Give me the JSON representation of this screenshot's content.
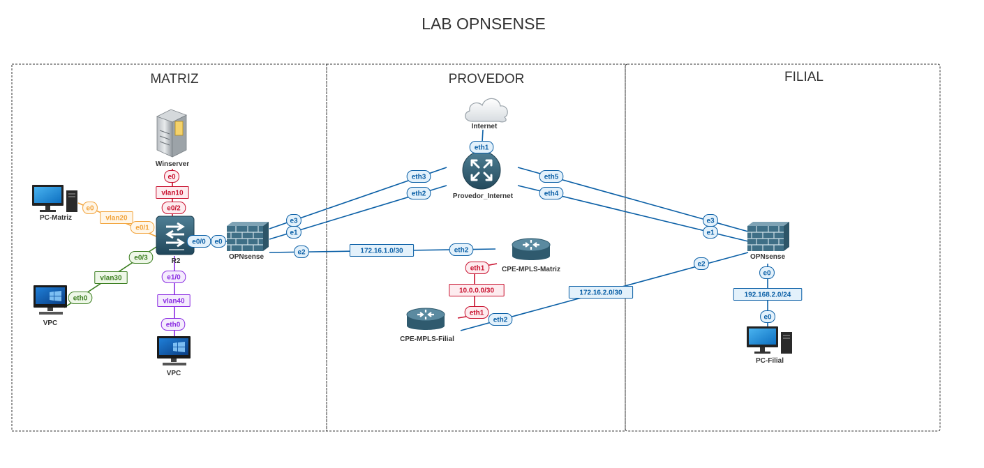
{
  "title": "LAB OPNSENSE",
  "zones": [
    {
      "id": "matriz",
      "label": "MATRIZ"
    },
    {
      "id": "provedor",
      "label": "PROVEDOR"
    },
    {
      "id": "filial",
      "label": "FILIAL"
    }
  ],
  "nodes": {
    "winserver": "Winserver",
    "pc_matriz": "PC-Matriz",
    "vpc_left": "VPC",
    "vpc_bottom": "VPC",
    "r2": "R2",
    "opnsense_matriz": "OPNsense",
    "internet": "Internet",
    "provedor_internet": "Provedor_Internet",
    "cpe_matriz": "CPE-MPLS-Matriz",
    "cpe_filial": "CPE-MPLS-Filial",
    "opnsense_filial": "OPNsense",
    "pc_filial": "PC-Filial"
  },
  "colors": {
    "blue": "#0a5fa6",
    "blue_fill": "#e3f1fb",
    "red": "#c8102e",
    "red_fill": "#fdecef",
    "orange": "#f2a33a",
    "orange_fill": "#fff6e8",
    "green": "#3a7d1e",
    "green_fill": "#eef7e8",
    "purple": "#8a2be2",
    "purple_fill": "#f4ecfd"
  },
  "labels": {
    "winserver_e0": "e0",
    "vlan10": "vlan10",
    "r2_e02": "e0/2",
    "pcm_e0": "e0",
    "vlan20": "vlan20",
    "r2_e01": "e0/1",
    "r2_e03": "e0/3",
    "vlan30": "vlan30",
    "vpc_eth0": "eth0",
    "r2_e10": "e1/0",
    "vlan40": "vlan40",
    "vpc2_eth0": "eth0",
    "r2_e00": "e0/0",
    "opn_e0": "e0",
    "opn_e3": "e3",
    "opn_e1": "e1",
    "opn_e2": "e2",
    "prov_eth1": "eth1",
    "prov_eth3": "eth3",
    "prov_eth2": "eth2",
    "prov_eth5": "eth5",
    "prov_eth4": "eth4",
    "net_172_16_1": "172.16.1.0/30",
    "cpem_eth2": "eth2",
    "cpem_eth1": "eth1",
    "net_10": "10.0.0.0/30",
    "cpef_eth1": "eth1",
    "cpef_eth2": "eth2",
    "net_172_16_2": "172.16.2.0/30",
    "opnf_e3": "e3",
    "opnf_e1": "e1",
    "opnf_e2": "e2",
    "opnf_e0": "e0",
    "net_192": "192.168.2.0/24",
    "pcf_e0": "e0"
  }
}
